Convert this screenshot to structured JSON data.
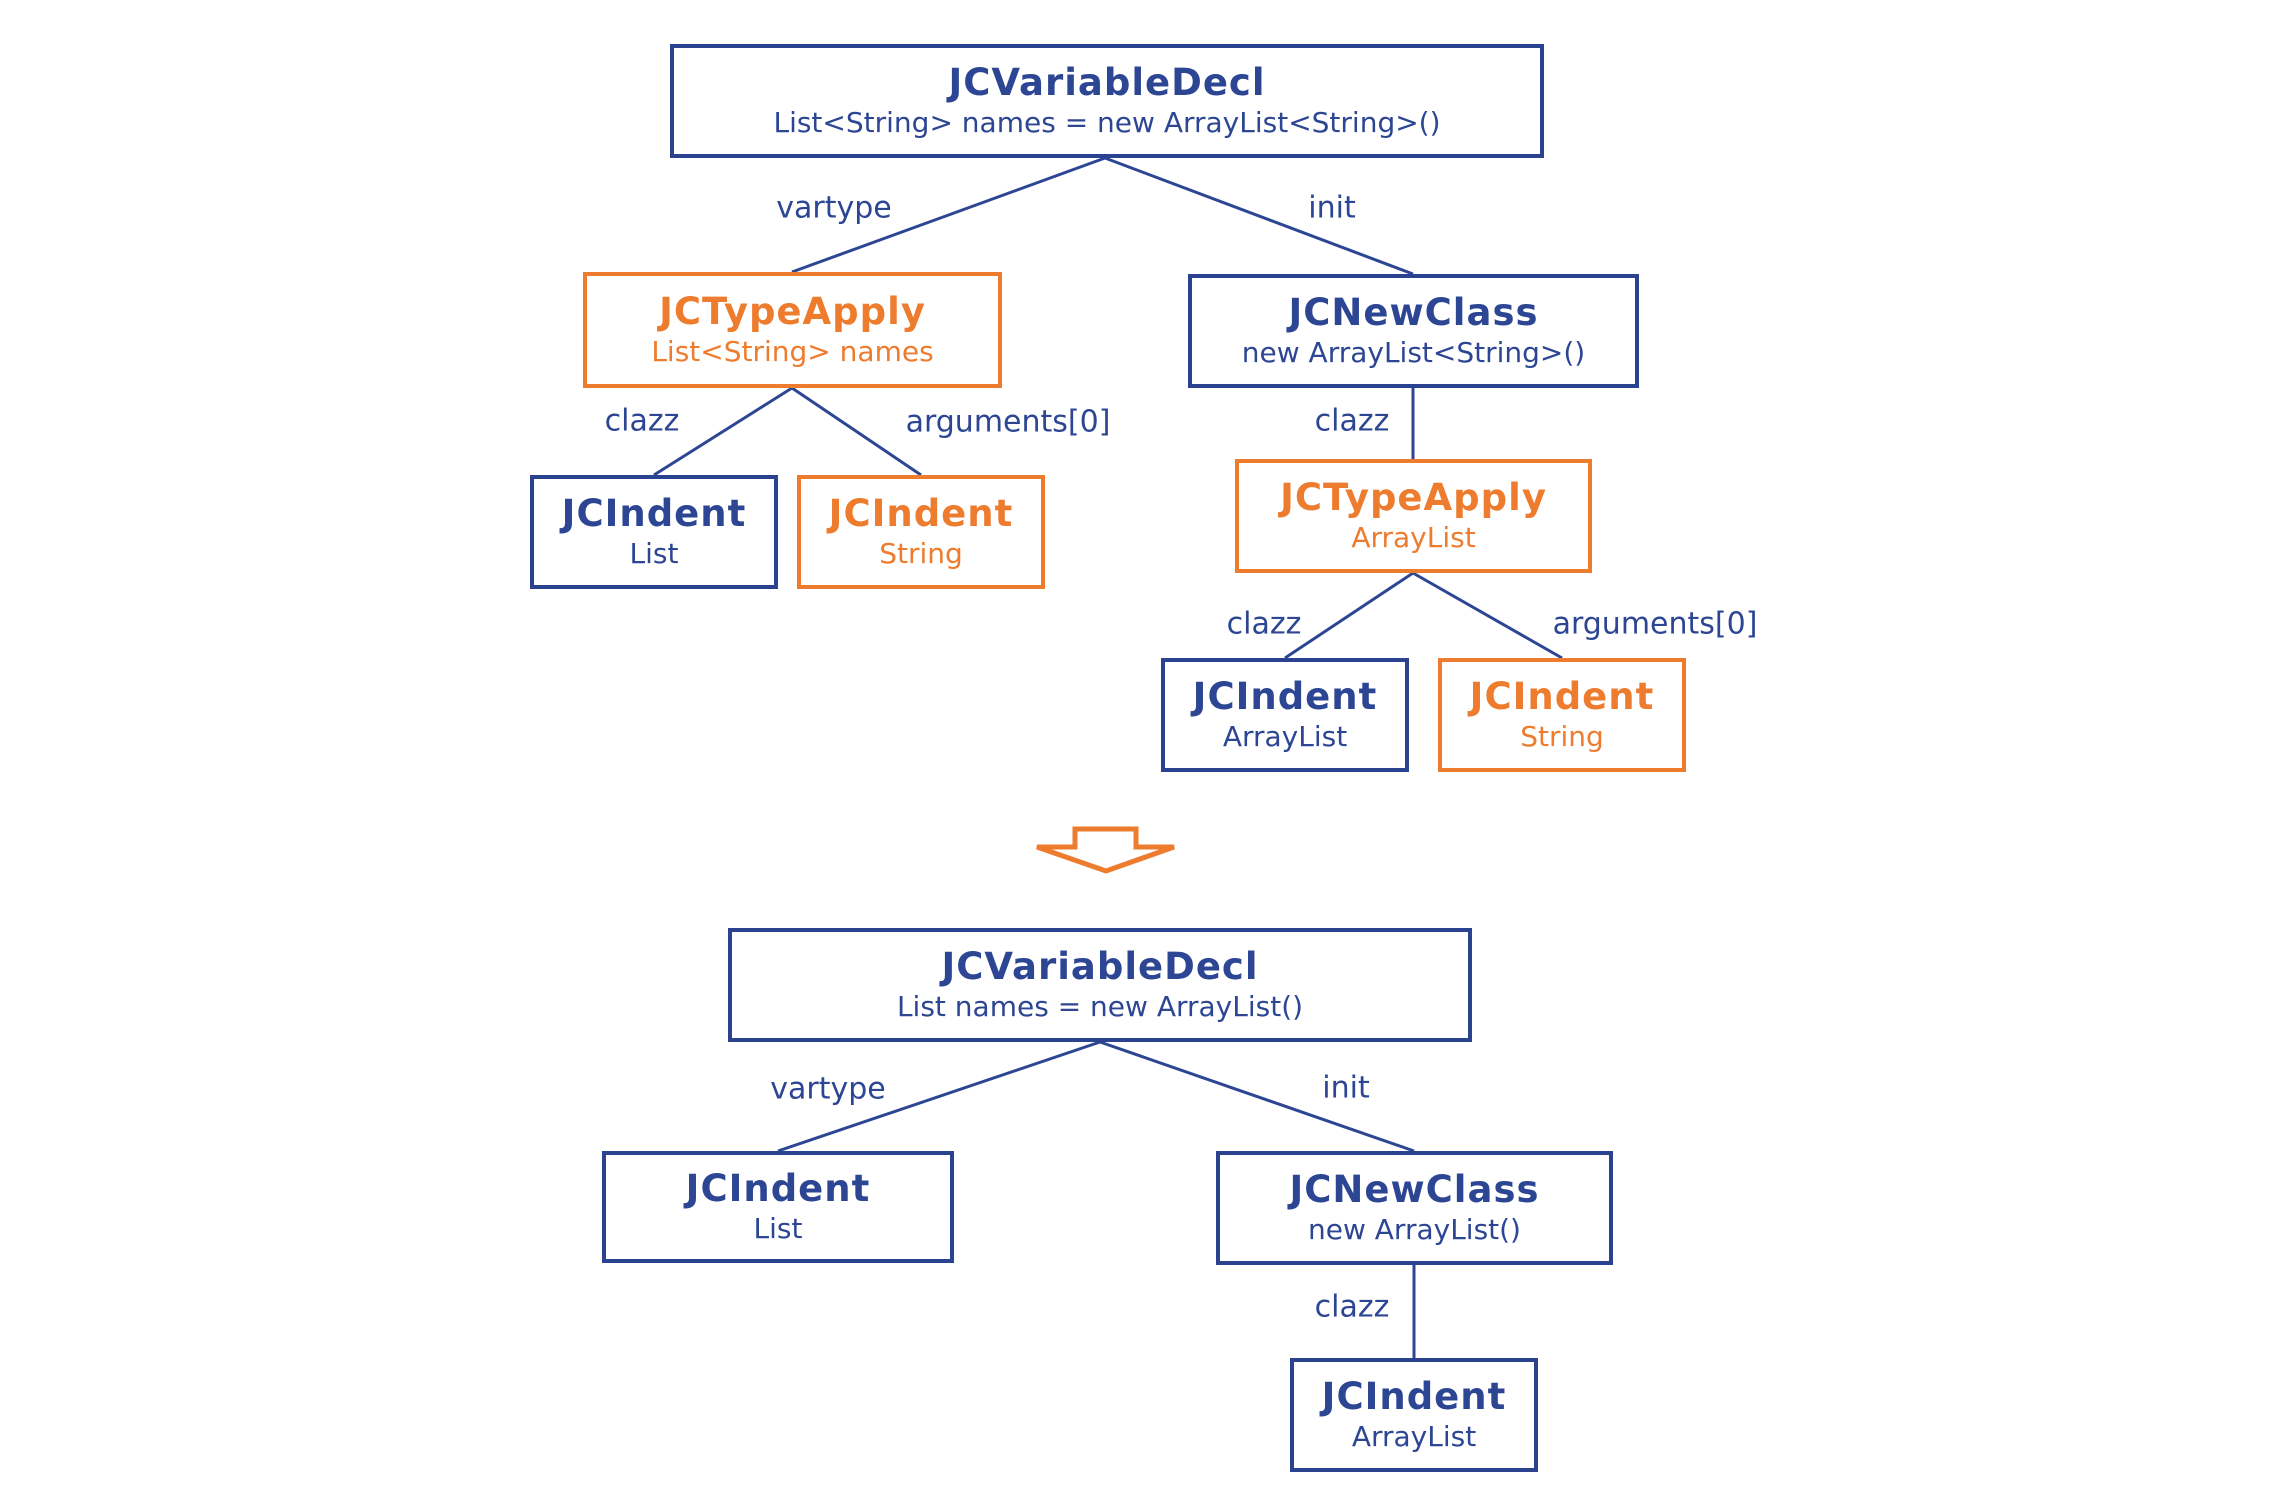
{
  "colors": {
    "blue": "#2d4694",
    "orange": "#ee7c2e",
    "background": "#ffffff"
  },
  "top_tree": {
    "root": {
      "title": "JCVariableDecl",
      "subtitle": "List<String> names = new ArrayList<String>()"
    },
    "type_apply": {
      "title": "JCTypeApply",
      "subtitle": "List<String> names"
    },
    "new_class": {
      "title": "JCNewClass",
      "subtitle": "new ArrayList<String>()"
    },
    "ident_list": {
      "title": "JCIndent",
      "subtitle": "List"
    },
    "ident_string": {
      "title": "JCIndent",
      "subtitle": "String"
    },
    "type_apply_arraylist": {
      "title": "JCTypeApply",
      "subtitle": "ArrayList"
    },
    "ident_arraylist": {
      "title": "JCIndent",
      "subtitle": "ArrayList"
    },
    "ident_string_2": {
      "title": "JCIndent",
      "subtitle": "String"
    },
    "labels": {
      "vartype": "vartype",
      "init": "init",
      "clazz_left": "clazz",
      "arguments_left": "arguments[0]",
      "clazz_mid": "clazz",
      "clazz_right": "clazz",
      "arguments_right": "arguments[0]"
    }
  },
  "bottom_tree": {
    "root": {
      "title": "JCVariableDecl",
      "subtitle": "List names = new ArrayList()"
    },
    "ident_list": {
      "title": "JCIndent",
      "subtitle": "List"
    },
    "new_class": {
      "title": "JCNewClass",
      "subtitle": "new ArrayList()"
    },
    "ident_arraylist": {
      "title": "JCIndent",
      "subtitle": "ArrayList"
    },
    "labels": {
      "vartype": "vartype",
      "init": "init",
      "clazz": "clazz"
    }
  }
}
